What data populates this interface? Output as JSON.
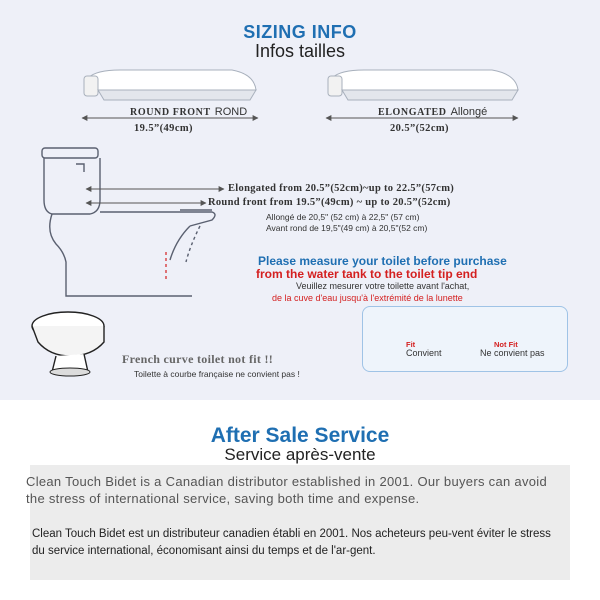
{
  "sizing": {
    "title_en": "SIZING INFO",
    "title_fr": "Infos tailles",
    "round": {
      "label_en": "ROUND FRONT",
      "label_fr": "ROND",
      "size": "19.5”(49cm)"
    },
    "elongated": {
      "label_en": "ELONGATED",
      "label_fr": "Allongé",
      "size": "20.5”(52cm)"
    },
    "measure_elongated_en": "Elongated from 20.5”(52cm)~up to 22.5”(57cm)",
    "measure_round_en": "Round front from 19.5”(49cm) ~ up to 20.5”(52cm)",
    "measure_elongated_fr": "Allongé de 20,5\" (52 cm) à 22,5\" (57 cm)",
    "measure_round_fr": "Avant rond de 19,5\"(49 cm) à 20,5\"(52 cm)"
  },
  "warning": {
    "line1_en": "Please measure your toilet before purchase",
    "line2_en": "from the water tank to the toilet tip end",
    "line1_fr": "Veuillez mesurer votre toilette avant l'achat,",
    "line2_fr": "de la cuve d'eau jusqu'à l'extrémité de la lunette"
  },
  "french_curve": {
    "en": "French curve toilet not fit !!",
    "fr": "Toilette à courbe française ne convient pas !"
  },
  "fit_examples": {
    "fit_en": "Fit",
    "fit_fr": "Convient",
    "not_fit_en": "Not Fit",
    "not_fit_fr": "Ne convient pas"
  },
  "after_sale": {
    "title_en": "After Sale Service",
    "title_fr": "Service après-vente",
    "body_en": "Clean Touch Bidet is a Canadian distributor established in 2001. Our buyers can avoid the stress of international service, saving both time and expense.",
    "body_fr": "Clean Touch Bidet est un distributeur canadien établi en 2001. Nos acheteurs peu-vent éviter le stress du service international, économisant ainsi du temps et de l'ar-gent."
  },
  "colors": {
    "accent_blue": "#1f6fb2",
    "warning_red": "#d42020",
    "panel_bg": "#eef0f8",
    "info_box_bg": "#ececec"
  }
}
